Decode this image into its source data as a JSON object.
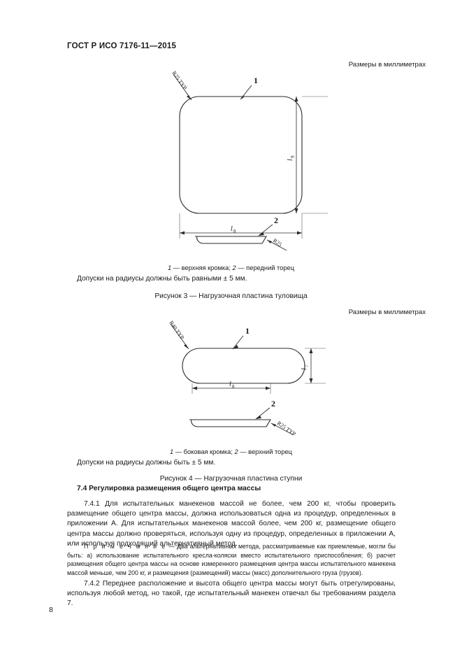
{
  "document": {
    "standard_header": "ГОСТ Р ИСО 7176-11—2015",
    "page_number": "8"
  },
  "units_note_1": "Размеры в миллиметрах",
  "units_note_2": "Размеры в миллиметрах",
  "figure3": {
    "callout_1": "1",
    "callout_2": "2",
    "radius_label": "R25 TYP",
    "edge_radius_label": "R25",
    "dim_height": "l",
    "dim_height_sub": "9",
    "dim_width": "l",
    "dim_width_sub": "8",
    "legend_item1_num": "1",
    "legend_item1_text": " — верхняя кромка; ",
    "legend_item2_num": "2",
    "legend_item2_text": " — передний торец",
    "tolerance": "Допуски на радиусы должны быть равными ± 5 мм.",
    "caption": "Рисунок 3 — Нагрузочная пластина туловища"
  },
  "figure4": {
    "callout_1": "1",
    "callout_2": "2",
    "radius_label": "R40 TYP",
    "edge_radius_label": "R25 TYP",
    "dim_height": "l",
    "dim_height_sub": "7",
    "dim_width": "l",
    "dim_width_sub": "8",
    "legend_item1_num": "1",
    "legend_item1_text": " — боковая кромка; ",
    "legend_item2_num": "2",
    "legend_item2_text": " — верхний торец",
    "tolerance": "Допуски на радиусы должны быть ± 5 мм.",
    "caption": "Рисунок 4 — Нагрузочная пластина ступни"
  },
  "section": {
    "heading": "7.4 Регулировка размещения общего центра массы",
    "para_741": "7.4.1 Для испытательных манекенов массой не более, чем 200 кг, чтобы проверить размещение общего центра массы, должна использоваться одна из процедур, определенных в приложении А. Для испытательных манекенов массой более, чем 200 кг, размещение общего центра массы должно проверяться, используя одну из процедур, определенных в приложении А, или используя подходящий альтернативный метод.",
    "note_label": "П р и м е ч а н и е",
    "note_text": " — Два альтернативных метода, рассматриваемые как приемлемые, могли бы быть: а) использование испытательного кресла-коляски вместо испытательного приспособления; б) расчет размещения общего центра массы на основе измеренного размещения центра массы испытательного манекена массой меньше, чем 200 кг, и размещения (размещений) массы (масс) дополнительного груза (грузов).",
    "para_742": "7.4.2 Переднее расположение и высота общего центра массы могут быть отрегулированы, используя любой метод, но такой, где испытательный манекен отвечал бы требованиям раздела 7."
  },
  "colors": {
    "ink": "#1a1a1a",
    "line": "#2b2b2b",
    "thin_line": "#555555"
  }
}
